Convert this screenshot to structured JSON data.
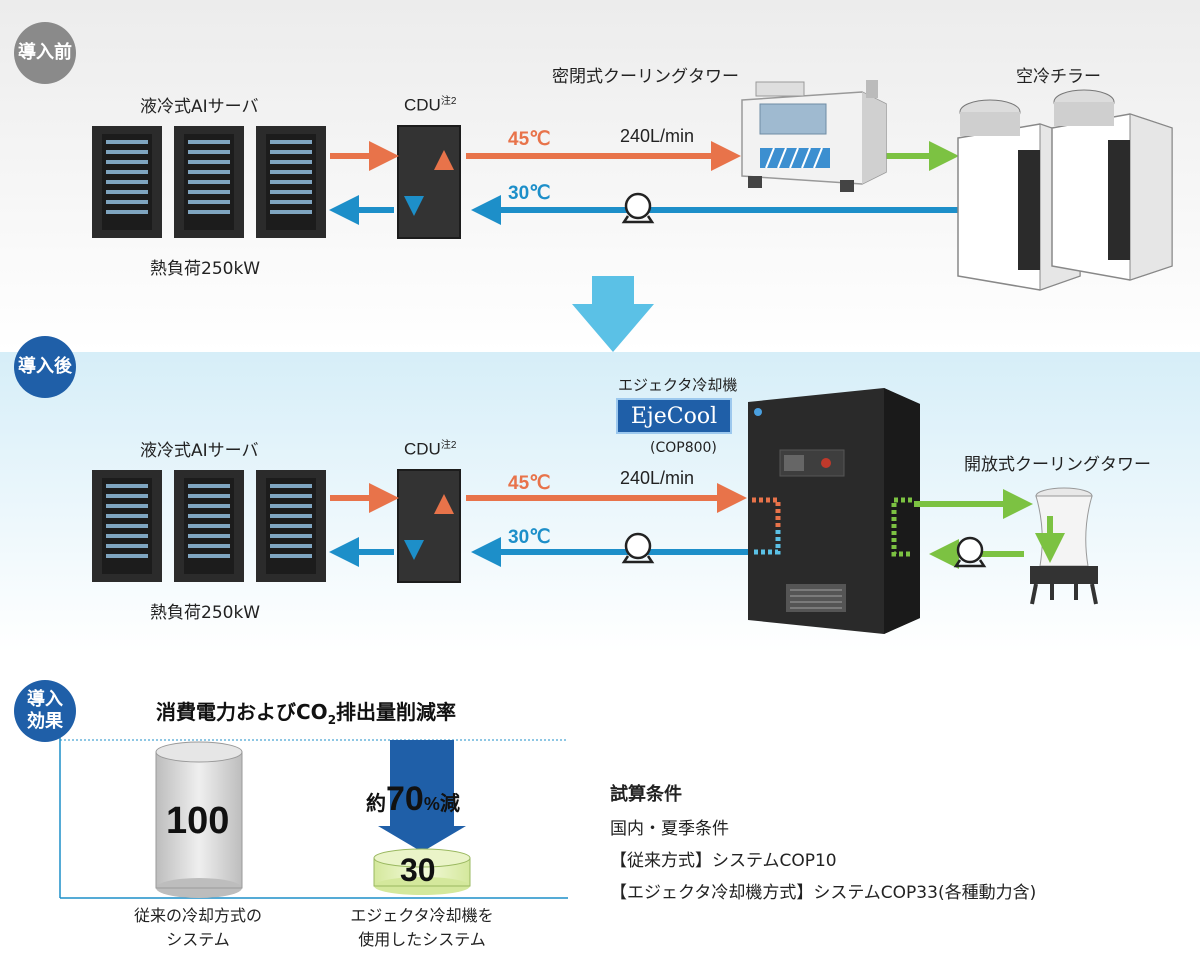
{
  "before": {
    "badge": "導入前",
    "server_label": "液冷式AIサーバ",
    "heat_load": "熱負荷250kW",
    "cdu_label": "CDU",
    "cdu_note": "注2",
    "cooling_tower_label": "密閉式クーリングタワー",
    "chiller_label": "空冷チラー",
    "temp_hot": "45℃",
    "temp_cold": "30℃",
    "flow": "240L/min"
  },
  "after": {
    "badge": "導入後",
    "server_label": "液冷式AIサーバ",
    "heat_load": "熱負荷250kW",
    "cdu_label": "CDU",
    "cdu_note": "注2",
    "ejector_label": "エジェクタ冷却機",
    "ejecool_logo": "EjeCool",
    "model": "(COP800)",
    "cooling_tower_label": "開放式クーリングタワー",
    "temp_hot": "45℃",
    "temp_cold": "30℃",
    "flow": "240L/min"
  },
  "effect": {
    "badge_line1": "導入",
    "badge_line2": "効果",
    "title_pre": "消費電力およびCO",
    "title_sub": "2",
    "title_post": "排出量削減率",
    "conventional_value": "100",
    "new_value": "30",
    "reduction_pre": "約",
    "reduction_num": "70",
    "reduction_pct": "%",
    "reduction_post": "減",
    "conventional_label_1": "従来の冷却方式の",
    "conventional_label_2": "システム",
    "new_label_1": "エジェクタ冷却機を",
    "new_label_2": "使用したシステム"
  },
  "conditions": {
    "title": "試算条件",
    "line1": "国内・夏季条件",
    "line2": "【従来方式】システムCOP10",
    "line3": "【エジェクタ冷却機方式】システムCOP33(各種動力含)"
  },
  "colors": {
    "hot": "#e8734a",
    "cold": "#1d8fc9",
    "green": "#7cc242",
    "badge_blue": "#1f5fa8",
    "badge_gray": "#8a8a8a",
    "down_arrow": "#5bc1e6"
  }
}
